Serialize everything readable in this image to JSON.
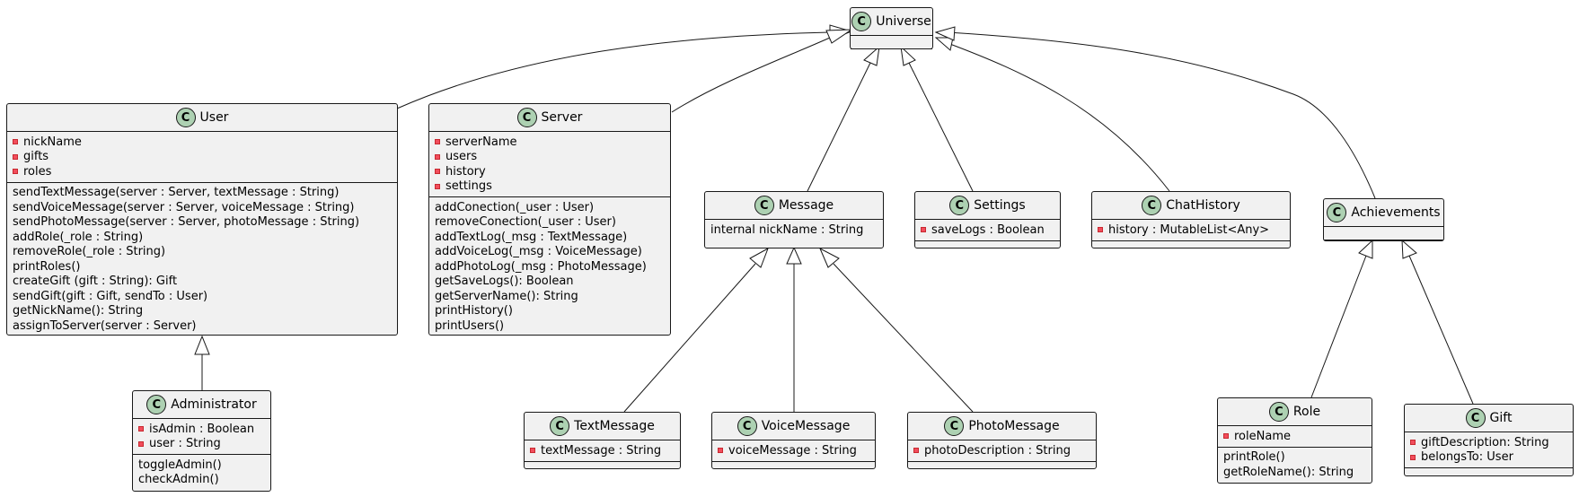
{
  "classes": {
    "universe": {
      "name": "Universe",
      "attributes": [],
      "methods": []
    },
    "user": {
      "name": "User",
      "attributes": [
        "nickName",
        "gifts",
        "roles"
      ],
      "methods": [
        "sendTextMessage(server : Server, textMessage : String)",
        "sendVoiceMessage(server : Server, voiceMessage : String)",
        "sendPhotoMessage(server : Server, photoMessage : String)",
        "addRole(_role : String)",
        "removeRole(_role : String)",
        "printRoles()",
        "createGift (gift : String): Gift",
        "sendGift(gift : Gift, sendTo : User)",
        "getNickName(): String",
        "assignToServer(server : Server)"
      ]
    },
    "server": {
      "name": "Server",
      "attributes": [
        "serverName",
        "users",
        "history",
        "settings"
      ],
      "methods": [
        "addConection(_user : User)",
        "removeConection(_user : User)",
        "addTextLog(_msg : TextMessage)",
        "addVoiceLog(_msg : VoiceMessage)",
        "addPhotoLog(_msg : PhotoMessage)",
        "getSaveLogs(): Boolean",
        "getServerName(): String",
        "printHistory()",
        "printUsers()"
      ]
    },
    "message": {
      "name": "Message",
      "fields": [
        "internal nickName : String"
      ]
    },
    "settings": {
      "name": "Settings",
      "attributes": [
        "saveLogs : Boolean"
      ]
    },
    "chathistory": {
      "name": "ChatHistory",
      "attributes": [
        "history : MutableList<Any>"
      ]
    },
    "achievements": {
      "name": "Achievements",
      "attributes": [],
      "methods": []
    },
    "administrator": {
      "name": "Administrator",
      "attributes": [
        "isAdmin : Boolean",
        "user : String"
      ],
      "methods": [
        "toggleAdmin()",
        "checkAdmin()"
      ]
    },
    "textmessage": {
      "name": "TextMessage",
      "attributes": [
        "textMessage : String"
      ]
    },
    "voicemessage": {
      "name": "VoiceMessage",
      "attributes": [
        "voiceMessage : String"
      ]
    },
    "photomessage": {
      "name": "PhotoMessage",
      "attributes": [
        "photoDescription : String"
      ]
    },
    "role": {
      "name": "Role",
      "attributes": [
        "roleName"
      ],
      "methods": [
        "printRole()",
        "getRoleName(): String"
      ]
    },
    "gift": {
      "name": "Gift",
      "attributes": [
        "giftDescription: String",
        "belongsTo: User"
      ]
    }
  },
  "class_icon_letter": "C",
  "relations": [
    {
      "from": "User",
      "to": "Universe",
      "type": "inheritance"
    },
    {
      "from": "Server",
      "to": "Universe",
      "type": "inheritance"
    },
    {
      "from": "Message",
      "to": "Universe",
      "type": "inheritance"
    },
    {
      "from": "Settings",
      "to": "Universe",
      "type": "inheritance"
    },
    {
      "from": "ChatHistory",
      "to": "Universe",
      "type": "inheritance"
    },
    {
      "from": "Achievements",
      "to": "Universe",
      "type": "inheritance"
    },
    {
      "from": "Administrator",
      "to": "User",
      "type": "inheritance"
    },
    {
      "from": "TextMessage",
      "to": "Message",
      "type": "inheritance"
    },
    {
      "from": "VoiceMessage",
      "to": "Message",
      "type": "inheritance"
    },
    {
      "from": "PhotoMessage",
      "to": "Message",
      "type": "inheritance"
    },
    {
      "from": "Role",
      "to": "Achievements",
      "type": "inheritance"
    },
    {
      "from": "Gift",
      "to": "Achievements",
      "type": "inheritance"
    }
  ],
  "colors": {
    "box_fill": "#f1f1f1",
    "border": "#181818",
    "class_icon": "#add1b2",
    "private_marker": "#f24d5c"
  }
}
